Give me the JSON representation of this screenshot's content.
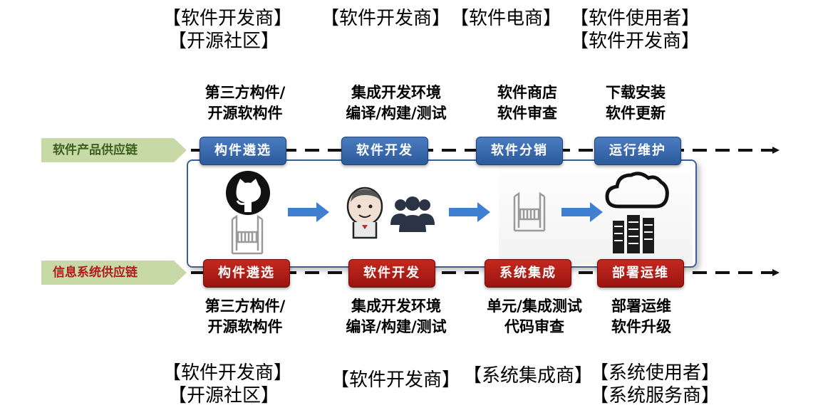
{
  "top_roles": [
    [
      "【软件开发商】",
      "【开源社区】"
    ],
    [
      "【软件开发商】"
    ],
    [
      "【软件电商】"
    ],
    [
      "【软件使用者】",
      "【软件开发商】"
    ]
  ],
  "top_descriptions": [
    [
      "第三方构件/",
      "开源软构件"
    ],
    [
      "集成开发环境",
      "编译/构建/测试"
    ],
    [
      "软件商店",
      "软件审查"
    ],
    [
      "下载安装",
      "软件更新"
    ]
  ],
  "software_chain": {
    "label": "软件产品供应链",
    "stages": [
      "构件遴选",
      "软件开发",
      "软件分销",
      "运行维护"
    ]
  },
  "info_chain": {
    "label": "信息系统供应链",
    "stages": [
      "构件遴选",
      "软件开发",
      "系统集成",
      "部署运维"
    ]
  },
  "bottom_descriptions": [
    [
      "第三方构件/",
      "开源软构件"
    ],
    [
      "集成开发环境",
      "编译/构建/测试"
    ],
    [
      "单元/集成测试",
      "代码审查"
    ],
    [
      "部署运维",
      "软件升级"
    ]
  ],
  "bottom_roles": [
    [
      "【软件开发商】",
      "【开源社区】"
    ],
    [
      "【软件开发商】"
    ],
    [
      "【系统集成商】"
    ],
    [
      "【系统使用者】",
      "【系统服务商】"
    ]
  ],
  "icons": [
    "github-icon",
    "package-icon",
    "jenkins-icon",
    "users-icon",
    "package-icon",
    "cloud-icon",
    "server-icon"
  ],
  "colors": {
    "blue_stage": "#2c5a9b",
    "red_stage": "#b01c14",
    "chain_label_bg": "#c7d9a6",
    "software_label_text": "#3b5f1c",
    "info_label_text": "#b31a1a",
    "flow_arrow": "#3f7fd0"
  }
}
